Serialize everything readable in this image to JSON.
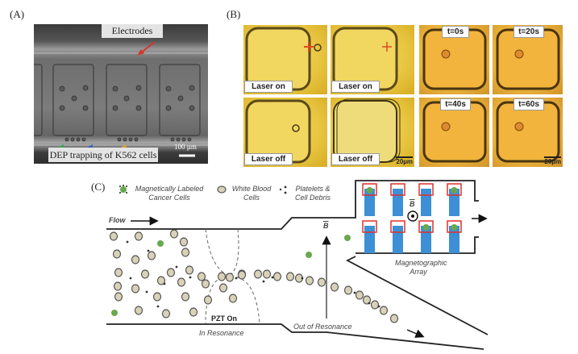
{
  "panels": {
    "a": {
      "label": "(A)",
      "electrodes_label": "Electrodes",
      "dep_label": "DEP trapping of K562 cells",
      "scale_bar": "100 µm",
      "arrow_colors": [
        "#d9342b",
        "#2ea84a",
        "#2c5fc9",
        "#e1a028"
      ]
    },
    "b": {
      "label": "(B)",
      "tiles": [
        {
          "label": "Laser on"
        },
        {
          "label": "Laser on"
        },
        {
          "label": "Laser off"
        },
        {
          "label": "Laser off",
          "scale": "20µm"
        },
        {
          "label": "t=0s"
        },
        {
          "label": "t=20s"
        },
        {
          "label": "t=40s"
        },
        {
          "label": "t=60s",
          "scale": "20µm"
        }
      ]
    },
    "c": {
      "label": "(C)",
      "legend": [
        {
          "icon": "cancer-cell",
          "label": "Magnetically Labeled Cancer Cells",
          "color": "#6aa84f"
        },
        {
          "icon": "white-blood-cell",
          "label": "White Blood Cells",
          "color": "#d8d2b8"
        },
        {
          "icon": "platelet",
          "label": "Platelets & Cell Debris",
          "color": "#333333"
        }
      ],
      "flow_label": "Flow",
      "b_field_label": "B",
      "pzt_label": "PZT On",
      "in_resonance": "In Resonance",
      "out_resonance": "Out of Resonance",
      "array_label": "Magnetographic Array",
      "pillar_color": "#3d8fd6",
      "trap_color": "#e0302a"
    }
  }
}
